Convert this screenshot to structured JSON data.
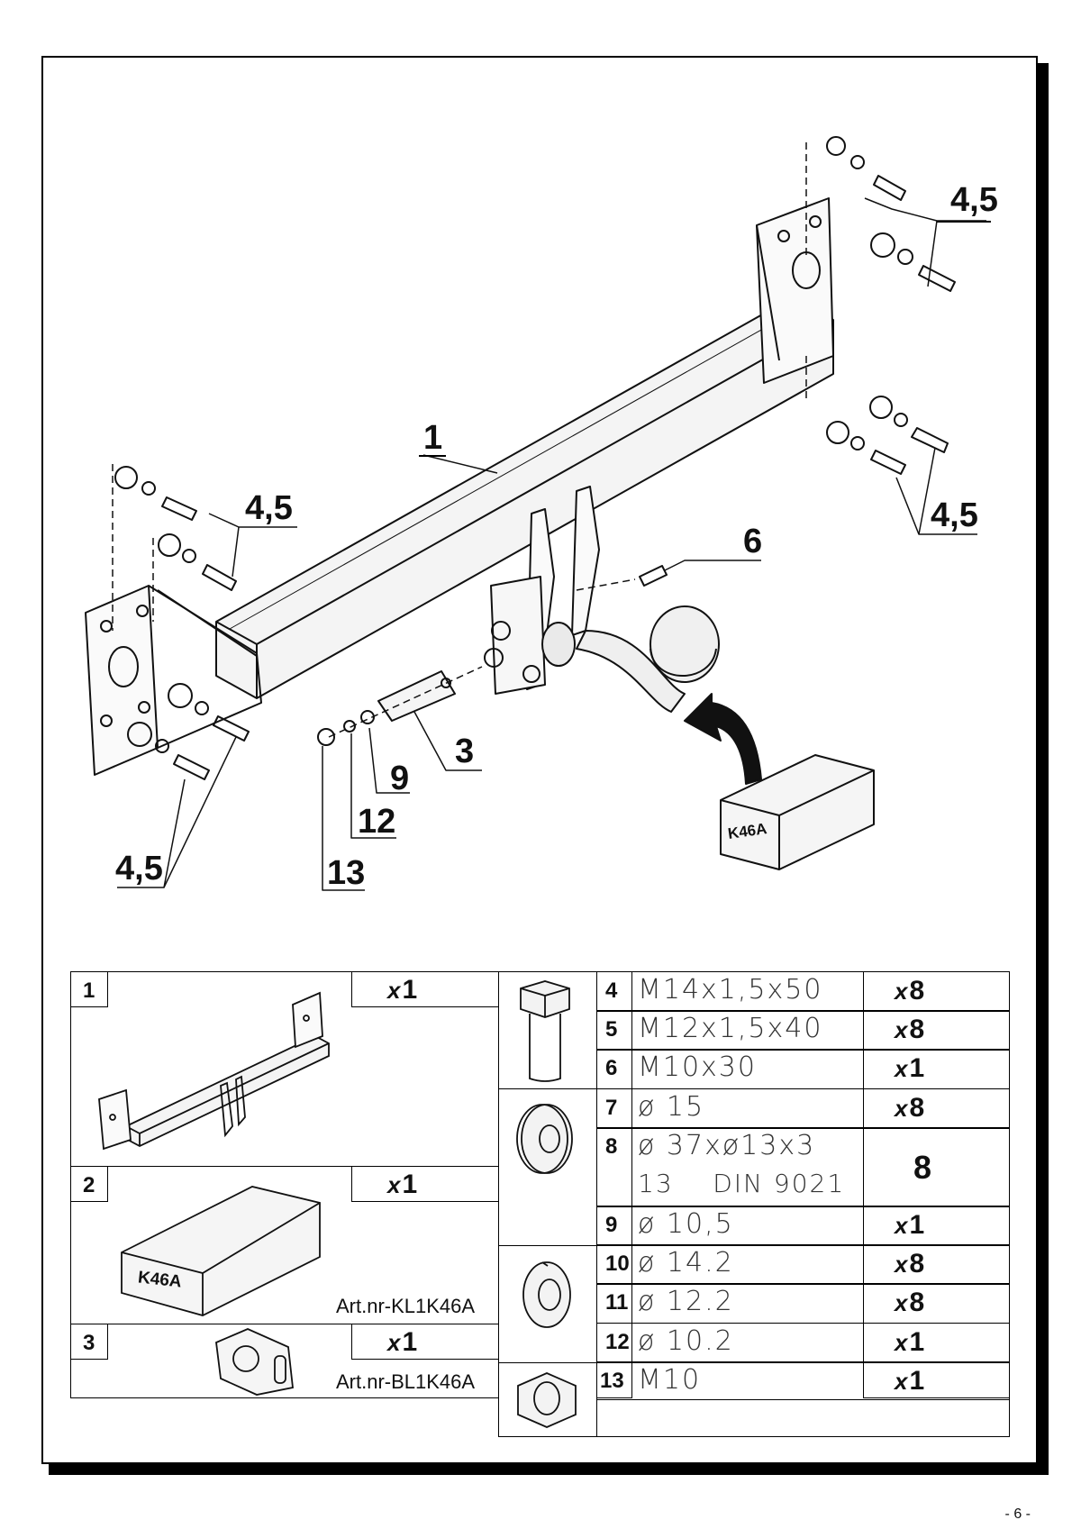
{
  "diagram": {
    "callouts": {
      "top_right_bolts": "4,5",
      "right_lower_bolts": "4,5",
      "left_upper_bolts": "4,5",
      "left_lower_bolts": "4,5",
      "bar": "1",
      "screw": "6",
      "socket_plate": "3",
      "washer": "9",
      "spring_washer": "12",
      "nut": "13"
    },
    "box_label": "K46A"
  },
  "parts_left": [
    {
      "num": "1",
      "qty_prefix": "x",
      "qty": "1",
      "article": ""
    },
    {
      "num": "2",
      "qty_prefix": "x",
      "qty": "1",
      "article": "Art.nr-KL1K46A",
      "box_label": "K46A"
    },
    {
      "num": "3",
      "qty_prefix": "x",
      "qty": "1",
      "article": "Art.nr-BL1K46A"
    }
  ],
  "parts_right": [
    {
      "num": "4",
      "spec": "M14x1,5x50",
      "qty_prefix": "x",
      "qty": "8"
    },
    {
      "num": "5",
      "spec": "M12x1,5x40",
      "qty_prefix": "x",
      "qty": "8"
    },
    {
      "num": "6",
      "spec": "M10x30",
      "qty_prefix": "x",
      "qty": "1"
    },
    {
      "num": "7",
      "spec": "ø 15",
      "qty_prefix": "x",
      "qty": "8"
    },
    {
      "num": "8",
      "spec": "ø 37xø13x3",
      "spec2": "13    DIN 9021",
      "qty_prefix": "",
      "qty": "8"
    },
    {
      "num": "9",
      "spec": "ø 10,5",
      "qty_prefix": "x",
      "qty": "1"
    },
    {
      "num": "10",
      "spec": "ø 14.2",
      "qty_prefix": "x",
      "qty": "8"
    },
    {
      "num": "11",
      "spec": "ø 12.2",
      "qty_prefix": "x",
      "qty": "8"
    },
    {
      "num": "12",
      "spec": "ø 10.2",
      "qty_prefix": "x",
      "qty": "1"
    },
    {
      "num": "13",
      "spec": "M10",
      "qty_prefix": "x",
      "qty": "1"
    }
  ],
  "page_number": "- 6 -"
}
